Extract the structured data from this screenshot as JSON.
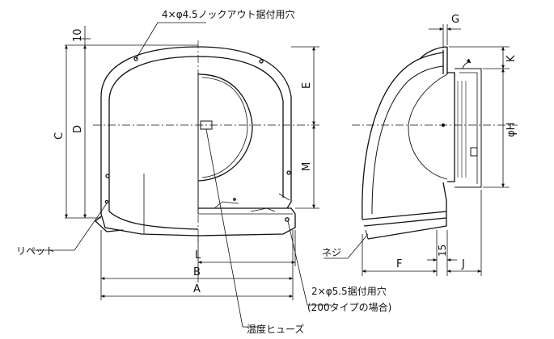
{
  "notes": {
    "knockout_holes": "4×φ4.5ノックアウト据付用穴",
    "rivet": "リベット",
    "mount_holes": "2×φ5.5据付用穴",
    "mount_holes_sub": "(200タイプの場合)",
    "fuse": "温度ヒューズ",
    "screw": "ネジ"
  },
  "dims": {
    "ten": "10",
    "C": "C",
    "D": "D",
    "E": "E",
    "M": "M",
    "L": "L",
    "B": "B",
    "A": "A",
    "G": "G",
    "K": "K",
    "phiH": "φH",
    "F": "F",
    "fifteen": "15",
    "J": "J"
  }
}
